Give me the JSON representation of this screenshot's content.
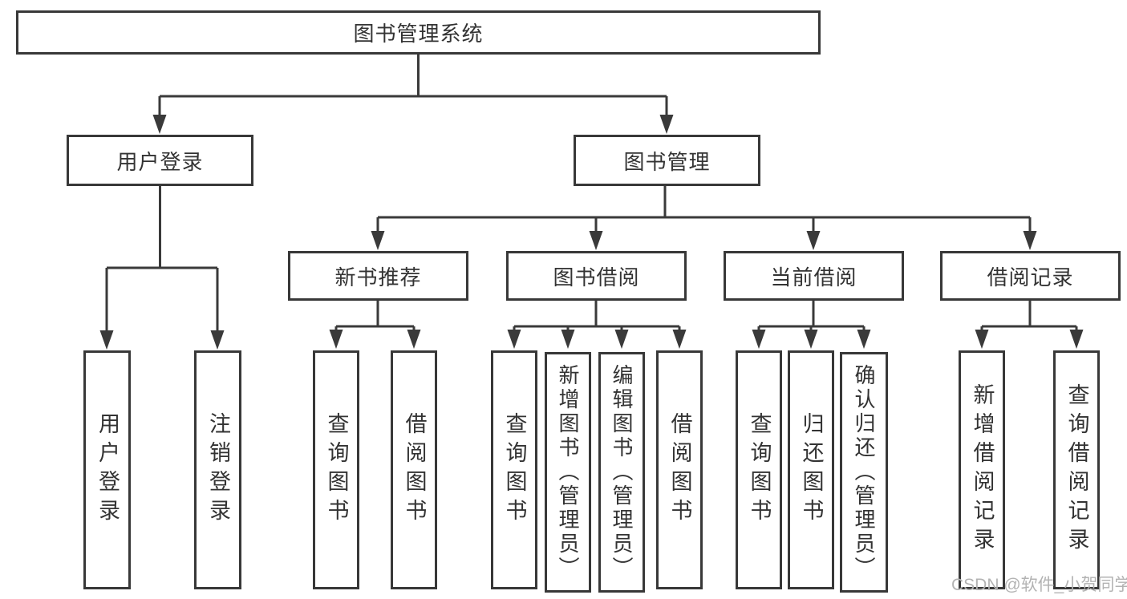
{
  "root": {
    "label": "图书管理系统"
  },
  "user_login": {
    "label": "用户登录",
    "children": [
      {
        "label": "用户登录"
      },
      {
        "label": "注销登录"
      }
    ]
  },
  "book_management": {
    "label": "图书管理",
    "sections": [
      {
        "label": "新书推荐",
        "children": [
          {
            "label": "查询图书"
          },
          {
            "label": "借阅图书"
          }
        ]
      },
      {
        "label": "图书借阅",
        "children": [
          {
            "label": "查询图书"
          },
          {
            "label": "新增图书（管理员）"
          },
          {
            "label": "编辑图书（管理员）"
          },
          {
            "label": "借阅图书"
          }
        ]
      },
      {
        "label": "当前借阅",
        "children": [
          {
            "label": "查询图书"
          },
          {
            "label": "归还图书"
          },
          {
            "label": "确认归还（管理员）"
          }
        ]
      },
      {
        "label": "借阅记录",
        "children": [
          {
            "label": "新增借阅记录"
          },
          {
            "label": "查询借阅记录"
          }
        ]
      }
    ]
  },
  "watermark": {
    "text": "CSDN @软件_小贺同学"
  },
  "colors": {
    "line": "#3a3a3a",
    "box_border": "#383838",
    "box_fill": "#ffffff",
    "text": "#333333",
    "watermark": "#b3b3b3",
    "background": "#ffffff"
  }
}
